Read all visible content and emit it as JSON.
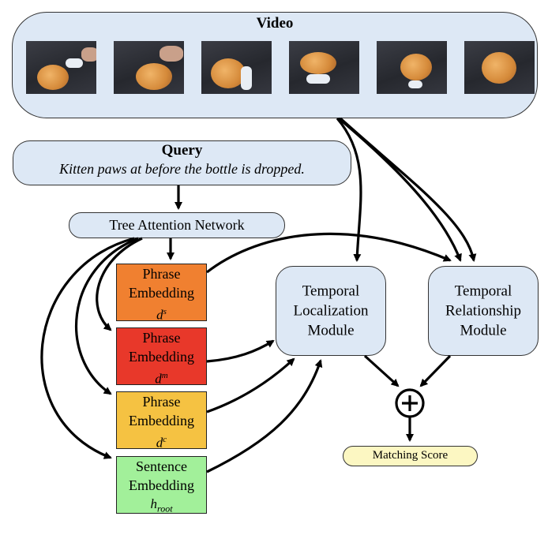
{
  "video": {
    "title": "Video",
    "frames": [
      "frame-1",
      "frame-2",
      "frame-3",
      "frame-4",
      "frame-5",
      "frame-6"
    ]
  },
  "query": {
    "title": "Query",
    "text": "Kitten paws at before the bottle is dropped."
  },
  "tree_attention": {
    "label": "Tree Attention Network"
  },
  "embeddings": [
    {
      "line1": "Phrase",
      "line2": "Embedding",
      "var": "d",
      "sup": "s",
      "sub": "",
      "color": "#f08030"
    },
    {
      "line1": "Phrase",
      "line2": "Embedding",
      "var": "d",
      "sup": "m",
      "sub": "",
      "color": "#e8382a"
    },
    {
      "line1": "Phrase",
      "line2": "Embedding",
      "var": "d",
      "sup": "c",
      "sub": "",
      "color": "#f5c242"
    },
    {
      "line1": "Sentence",
      "line2": "Embedding",
      "var": "h",
      "sup": "",
      "sub": "root",
      "color": "#a2f09a"
    }
  ],
  "localization": {
    "line1": "Temporal",
    "line2": "Localization",
    "line3": "Module"
  },
  "relationship": {
    "line1": "Temporal",
    "line2": "Relationship",
    "line3": "Module"
  },
  "combine": {
    "symbol": "+"
  },
  "matching_score": {
    "label": "Matching Score"
  },
  "colors": {
    "box_blue": "#dde8f5",
    "score_yellow": "#fcf7c2",
    "arrow": "#000000"
  }
}
